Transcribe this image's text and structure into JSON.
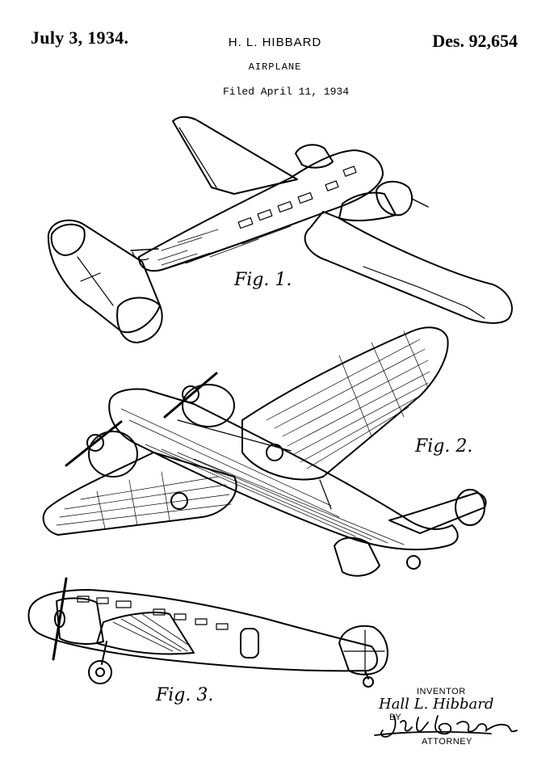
{
  "header": {
    "date": "July 3, 1934.",
    "inventor": "H. L. HIBBARD",
    "patent_number": "Des. 92,654",
    "subject": "AIRPLANE",
    "filed": "Filed April 11, 1934"
  },
  "figures": {
    "fig1": "Fig. 1.",
    "fig2": "Fig. 2.",
    "fig3": "Fig. 3."
  },
  "signature_block": {
    "inventor_label": "INVENTOR",
    "inventor_name": "Hall L. Hibbard",
    "by_label": "BY",
    "attorney_signature": "John A. Sanborn",
    "attorney_label": "ATTORNEY"
  }
}
